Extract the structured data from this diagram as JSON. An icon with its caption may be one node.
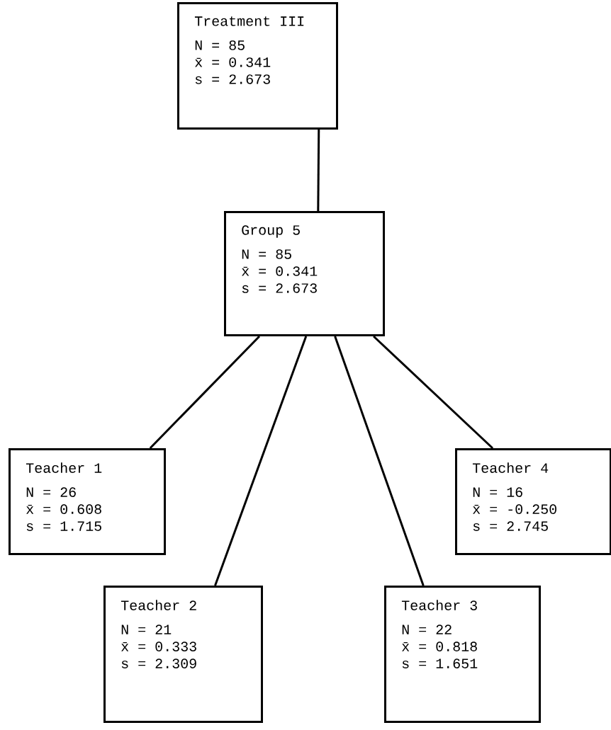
{
  "diagram": {
    "nodes": [
      {
        "text": [
          "Treatment III",
          "N = 85",
          "x̄ = 0.341",
          "s = 2.673"
        ]
      },
      {
        "text": [
          "Group 5",
          "N = 85",
          "x̄ = 0.341",
          "s = 2.673"
        ]
      },
      {
        "text": [
          "Teacher 1",
          "N = 26",
          "x̄ = 0.608",
          "s = 1.715"
        ]
      },
      {
        "text": [
          "Teacher 2",
          "N = 21",
          "x̄ = 0.333",
          "s = 2.309"
        ]
      },
      {
        "text": [
          "Teacher 3",
          "N = 22",
          "x̄ = 0.818",
          "s = 1.651"
        ]
      },
      {
        "text": [
          "Teacher 4",
          "N = 16",
          "x̄ = -0.250",
          "s = 2.745"
        ]
      }
    ],
    "edges": [
      {
        "from": 1,
        "to": 0,
        "arrow": "none"
      },
      {
        "from": 1,
        "to": 2,
        "arrow": "none"
      },
      {
        "from": 1,
        "to": 3,
        "arrow": "none"
      },
      {
        "from": 1,
        "to": 4,
        "arrow": "none"
      },
      {
        "from": 1,
        "to": 5,
        "arrow": "none"
      }
    ]
  }
}
